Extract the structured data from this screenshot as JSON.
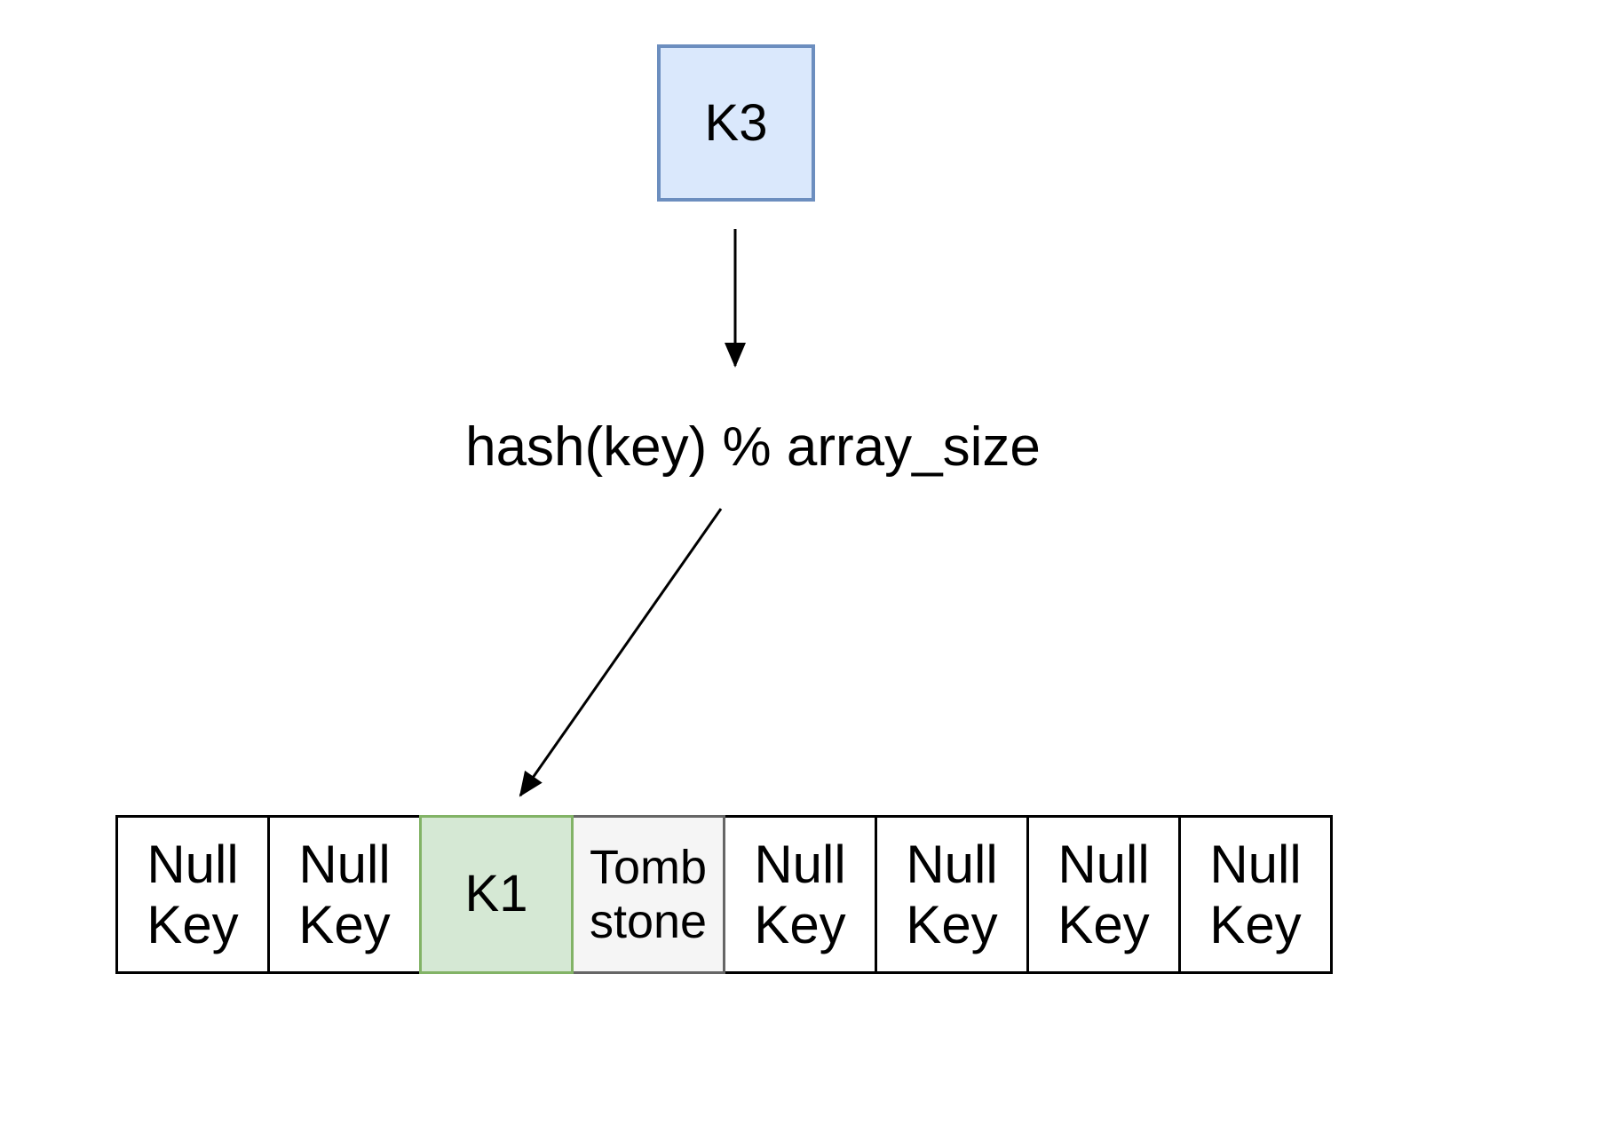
{
  "key_box": {
    "label": "K3"
  },
  "hash_function": {
    "label": "hash(key) % array_size"
  },
  "array": {
    "cells": [
      {
        "type": "null-key",
        "lines": [
          "Null",
          "Key"
        ]
      },
      {
        "type": "null-key",
        "lines": [
          "Null",
          "Key"
        ]
      },
      {
        "type": "occupied",
        "lines": [
          "K1"
        ]
      },
      {
        "type": "tombstone",
        "lines": [
          "Tomb",
          "stone"
        ]
      },
      {
        "type": "null-key",
        "lines": [
          "Null",
          "Key"
        ]
      },
      {
        "type": "null-key",
        "lines": [
          "Null",
          "Key"
        ]
      },
      {
        "type": "null-key",
        "lines": [
          "Null",
          "Key"
        ]
      },
      {
        "type": "null-key",
        "lines": [
          "Null",
          "Key"
        ]
      }
    ]
  },
  "colors": {
    "key_box_fill": "#dae8fc",
    "key_box_border": "#6c8ebf",
    "occupied_fill": "#d5e8d4",
    "occupied_border": "#82b366",
    "tombstone_fill": "#f5f5f5",
    "tombstone_border": "#666666",
    "line_color": "#000000"
  }
}
